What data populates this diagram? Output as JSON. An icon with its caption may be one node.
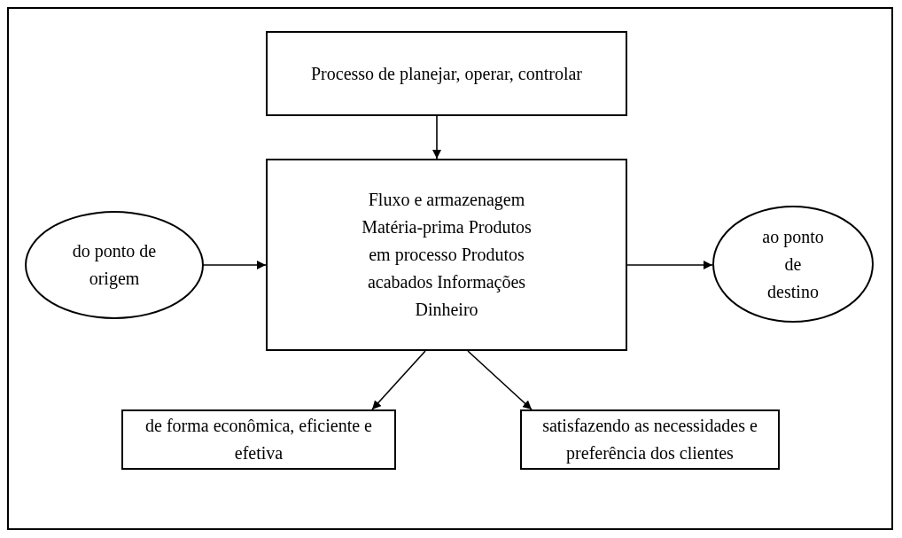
{
  "diagram": {
    "nodes": [
      {
        "text": [
          "Processo de planejar, operar, controlar"
        ]
      },
      {
        "text": [
          "do ponto de origem"
        ]
      },
      {
        "text": [
          "Fluxo e armazenagem Matéria-prima Produtos em processo Produtos acabados Informações Dinheiro"
        ]
      },
      {
        "text": [
          "ao ponto de destino"
        ]
      },
      {
        "text": [
          "de forma econômica, eficiente e efetiva"
        ]
      },
      {
        "text": [
          "satisfazendo as necessidades e preferência dos clientes"
        ]
      }
    ],
    "edges": [
      {
        "from": 0,
        "to": 2,
        "arrow": "to"
      },
      {
        "from": 1,
        "to": 2,
        "arrow": "to"
      },
      {
        "from": 2,
        "to": 3,
        "arrow": "to"
      },
      {
        "from": 2,
        "to": 4,
        "arrow": "to"
      },
      {
        "from": 2,
        "to": 5,
        "arrow": "to"
      }
    ]
  }
}
